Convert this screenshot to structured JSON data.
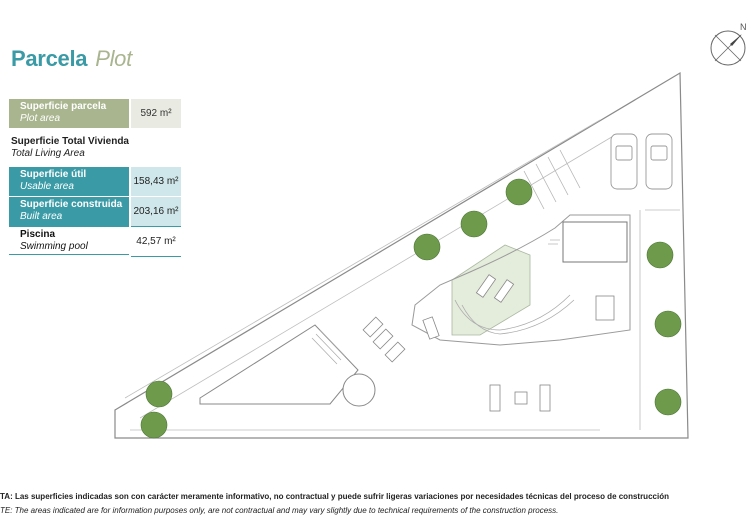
{
  "title": {
    "es": "Parcela",
    "en": "Plot"
  },
  "plot_area": {
    "label_es": "Superficie parcela",
    "label_en": "Plot area",
    "value": "592 m²"
  },
  "living_total": {
    "label_es": "Superficie Total Vivienda",
    "label_en": "Total Living Area"
  },
  "usable_area": {
    "label_es": "Superficie útil",
    "label_en": "Usable area",
    "value": "158,43 m²"
  },
  "built_area": {
    "label_es": "Superficie construida",
    "label_en": "Built area",
    "value": "203,16 m²"
  },
  "pool": {
    "label_es": "Piscina",
    "label_en": "Swimming pool",
    "value": "42,57 m²"
  },
  "compass": {
    "label": "N"
  },
  "notes": {
    "es": "TA: Las superficies indicadas son con carácter meramente informativo, no contractual y puede sufrir ligeras variaciones por necesidades técnicas del proceso de construcción",
    "en": "TE: The areas indicated are for information purposes only, are not contractual and may vary slightly due to technical requirements of the construction process."
  },
  "colors": {
    "teal": "#3a9aa6",
    "sage": "#a9b58f",
    "tree": "#6e9a4c",
    "lawn": "#e4ecdc"
  }
}
